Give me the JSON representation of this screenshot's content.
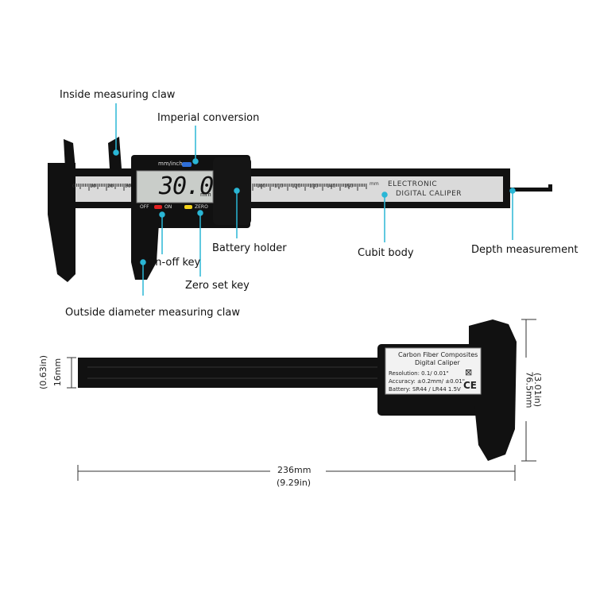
{
  "colors": {
    "callout": "#2ab7d6",
    "body": "#111111",
    "scale": "#d9d9d9",
    "lcd": "#c8ccc8",
    "red_btn": "#e02020",
    "yellow_btn": "#f2d21a",
    "blue_btn": "#2f6fd8"
  },
  "callouts": {
    "inside_claw": "Inside measuring claw",
    "imperial": "Imperial conversion",
    "battery": "Battery holder",
    "cubit": "Cubit body",
    "depth": "Depth measurement",
    "onoff": "On-off key",
    "zero": "Zero set key",
    "outside_claw": "Outside diameter measuring claw"
  },
  "caliper": {
    "units_label": "mm/inch",
    "display_value": "30.0",
    "display_unit": "mm",
    "off_label": "OFF",
    "on_label": "ON",
    "zero_label": "ZERO",
    "brand_line1": "ELECTRONIC",
    "brand_line2": "DIGITAL CALIPER",
    "scale_unit": "mm"
  },
  "scale_ticks_left": [
    "0",
    "10",
    "20",
    "30"
  ],
  "scale_ticks_right": [
    "100",
    "110",
    "120",
    "130",
    "140",
    "150"
  ],
  "spec_label": {
    "line1": "Carbon Fiber Composites",
    "line2": "Digital Caliper",
    "resolution": "Resolution: 0.1/ 0.01\"",
    "accuracy": "Accuracy: ±0.2mm/ ±0.01\"",
    "battery": "Battery: SR44 / LR44 1.5V",
    "ce": "CE",
    "bin": "⊠"
  },
  "dimensions": {
    "length_mm": "236mm",
    "length_in": "(9.29in)",
    "height_mm": "76.5mm",
    "height_in": "(3.01in)",
    "thick_mm": "16mm",
    "thick_in": "(0.63in)"
  }
}
